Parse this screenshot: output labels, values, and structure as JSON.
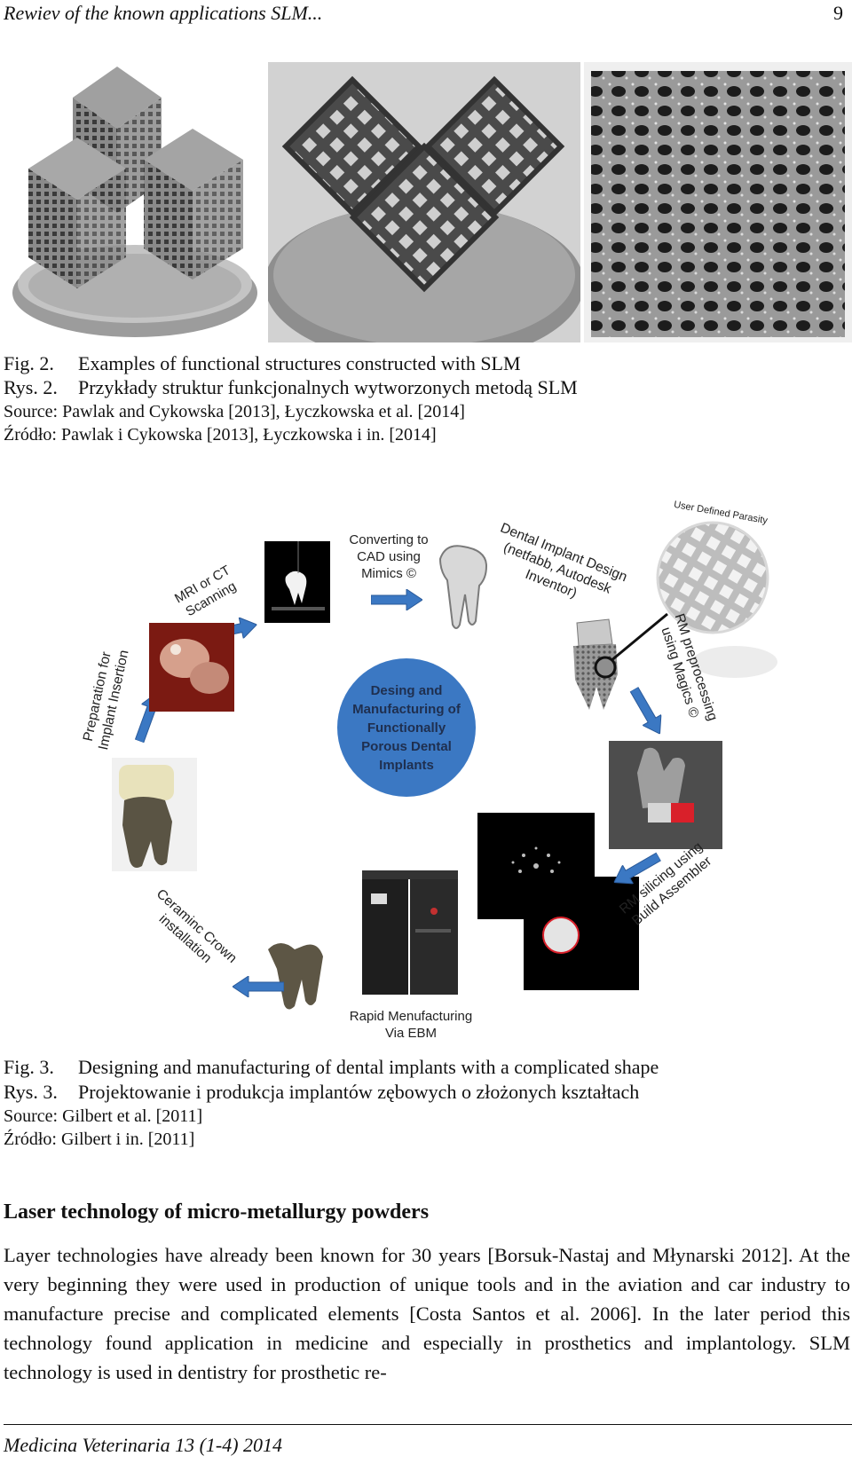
{
  "header": {
    "running_title": "Rewiev of the known applications SLM...",
    "page_number": "9"
  },
  "fig2": {
    "caption_en_num": "Fig. 2.",
    "caption_en": "Examples of functional structures constructed with SLM",
    "caption_pl_num": "Rys. 2.",
    "caption_pl": "Przykłady struktur funkcjonalnych wytworzonych metodą SLM",
    "source_en": "Source: Pawlak and Cykowska [2013],  Łyczkowska et al. [2014]",
    "source_pl": "Źródło: Pawlak i Cykowska [2013],  Łyczkowska i in. [2014]"
  },
  "fig3": {
    "center_label": "Desing and Manufacturing of Functionally Porous Dental Implants",
    "mri": "MRI or CT Scanning",
    "converting": "Converting to CAD using Mimics ©",
    "dental_design": "Dental Implant Design (netfabb, Autodesk Inventor)",
    "user_defined": "User Defined Parasity",
    "rm_pre": "RM preprocessing using Magics ©",
    "rm_slicing": "RM silicing using Build Assembler",
    "rapid": "Rapid Menufacturing Via EBM",
    "ceramic": "Ceraminc Crown installation",
    "prep": "Preparation for Implant Insertion",
    "accent_color": "#3b78c3",
    "caption_en_num": "Fig. 3.",
    "caption_en": "Designing and manufacturing of dental implants with a complicated shape",
    "caption_pl_num": "Rys. 3.",
    "caption_pl": "Projektowanie i produkcja implantów zębowych o złożonych kształtach",
    "source_en": "Source: Gilbert et al. [2011]",
    "source_pl": "Źródło: Gilbert i in. [2011]"
  },
  "section": {
    "heading": "Laser technology of micro-metallurgy powders",
    "body": "Layer technologies have already been known for 30 years [Borsuk-Nastaj and Młynarski 2012]. At the very beginning they were used in production of unique tools and in the aviation and car industry to manufacture precise and complicated elements [Costa Santos et al. 2006]. In the later period this technology found application in medicine and especially in prosthetics and implantology. SLM technology is used in dentistry for prosthetic re-"
  },
  "footer": {
    "journal": "Medicina Veterinaria 13 (1-4) 2014"
  }
}
